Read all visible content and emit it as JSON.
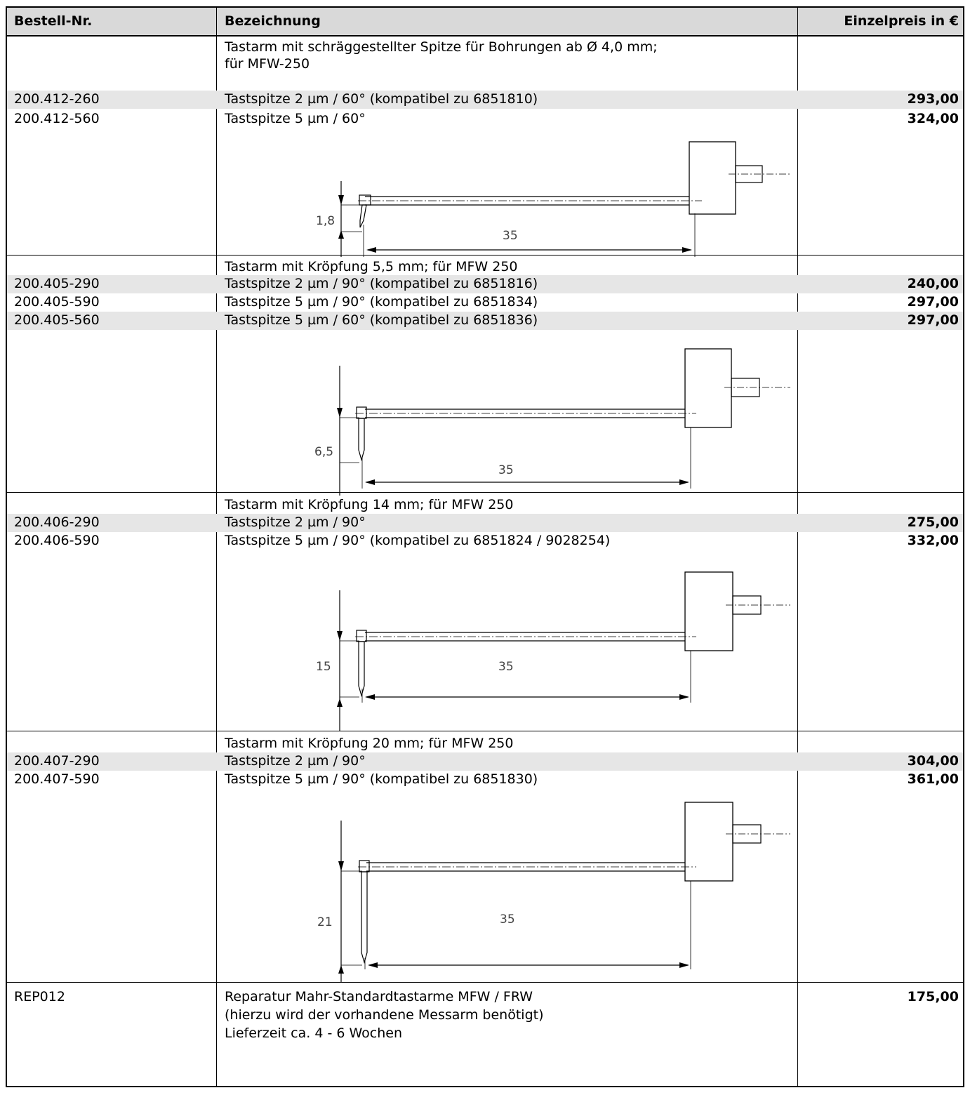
{
  "header": {
    "col1": "Bestell-Nr.",
    "col2": "Bezeichnung",
    "col3": "Einzelpreis in €"
  },
  "sections": [
    {
      "title_line1": "Tastarm mit schräggestellter Spitze für Bohrungen ab Ø 4,0 mm;",
      "title_line2": "für MFW-250",
      "items": [
        {
          "nr": "200.412-260",
          "desc": "Tastspitze 2 µm / 60° (kompatibel zu 6851810)",
          "price": "293,00"
        },
        {
          "nr": "200.412-560",
          "desc": "Tastspitze 5 µm / 60°",
          "price": "324,00"
        }
      ],
      "drawing": {
        "offset_label": "1,8",
        "length_label": "35"
      }
    },
    {
      "title_line1": "Tastarm mit Kröpfung 5,5 mm; für MFW 250",
      "items": [
        {
          "nr": "200.405-290",
          "desc": "Tastspitze 2 µm / 90° (kompatibel zu 6851816)",
          "price": "240,00"
        },
        {
          "nr": "200.405-590",
          "desc": "Tastspitze 5 µm / 90° (kompatibel zu 6851834)",
          "price": "297,00"
        },
        {
          "nr": "200.405-560",
          "desc": "Tastspitze 5 µm / 60° (kompatibel zu 6851836)",
          "price": "297,00"
        }
      ],
      "drawing": {
        "offset_label": "6,5",
        "length_label": "35"
      }
    },
    {
      "title_line1": "Tastarm mit Kröpfung 14 mm; für MFW 250",
      "items": [
        {
          "nr": "200.406-290",
          "desc": "Tastspitze 2 µm / 90°",
          "price": "275,00"
        },
        {
          "nr": "200.406-590",
          "desc": "Tastspitze 5 µm / 90° (kompatibel zu 6851824 / 9028254)",
          "price": "332,00"
        }
      ],
      "drawing": {
        "offset_label": "15",
        "length_label": "35"
      }
    },
    {
      "title_line1": "Tastarm mit Kröpfung 20 mm; für MFW 250",
      "items": [
        {
          "nr": "200.407-290",
          "desc": "Tastspitze 2 µm / 90°",
          "price": "304,00"
        },
        {
          "nr": "200.407-590",
          "desc": "Tastspitze 5 µm / 90° (kompatibel zu 6851830)",
          "price": "361,00"
        }
      ],
      "drawing": {
        "offset_label": "21",
        "length_label": "35"
      }
    }
  ],
  "repair": {
    "nr": "REP012",
    "desc_line1": "Reparatur Mahr-Standardtastarme MFW / FRW",
    "desc_line2": "(hierzu wird der vorhandene Messarm benötigt)",
    "desc_line3": "Lieferzeit ca. 4 - 6 Wochen",
    "price": "175,00"
  }
}
